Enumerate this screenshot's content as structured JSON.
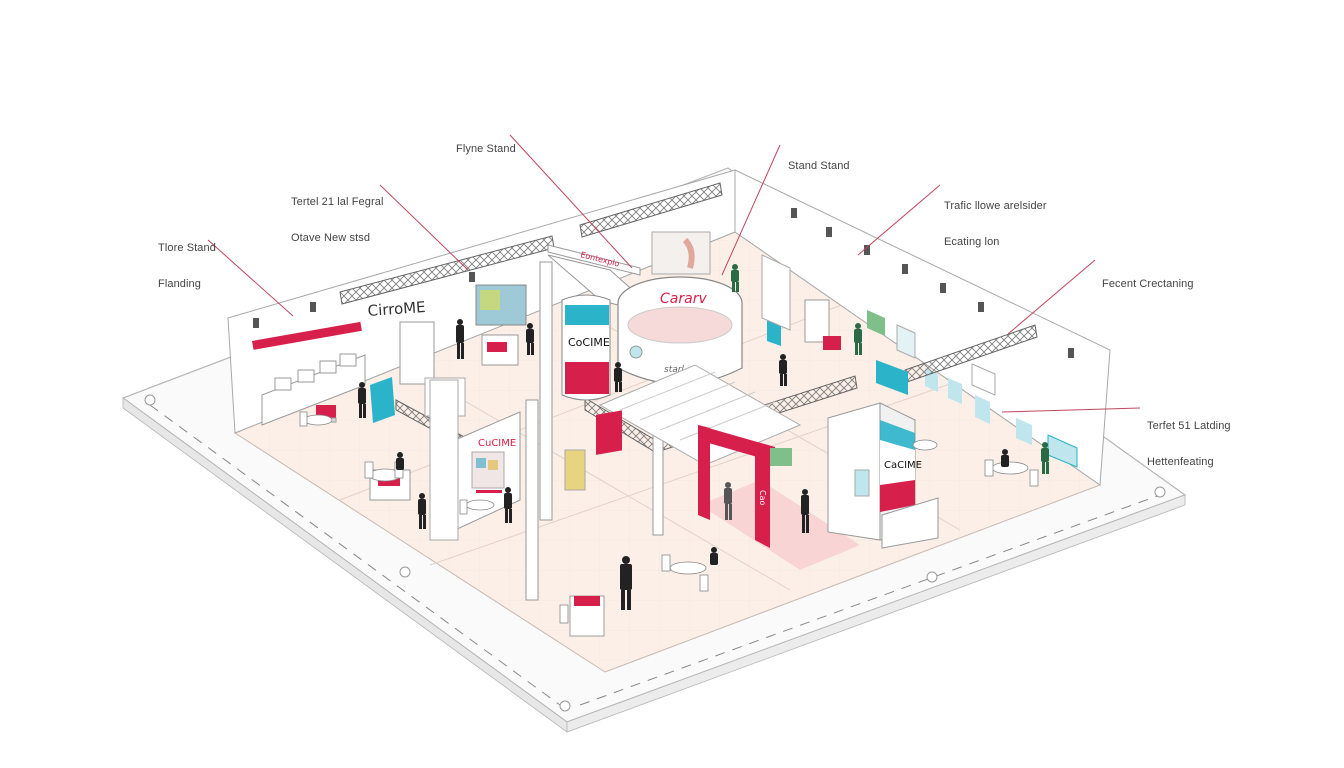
{
  "colors": {
    "accent": "#d61f4a",
    "teal": "#2ab3c9",
    "floor": "#fbefe8",
    "line": "#9a9a9a",
    "leader": "#c0465e"
  },
  "callouts": [
    {
      "id": "flyne",
      "lines": [
        "Flyne Stand"
      ]
    },
    {
      "id": "stand",
      "lines": [
        "Stand Stand"
      ]
    },
    {
      "id": "tertel",
      "lines": [
        "Tertel 21 lal Fegral",
        "Otave New stsd"
      ]
    },
    {
      "id": "traffic",
      "lines": [
        "Trafic llowe arelsider",
        "Ecating lon"
      ]
    },
    {
      "id": "store",
      "lines": [
        "Tlore Stand",
        "Flanding"
      ]
    },
    {
      "id": "fecent",
      "lines": [
        "Fecent Crectaning"
      ]
    },
    {
      "id": "tertel2",
      "lines": [
        "Terfet 51 Latding",
        "Hettenfeating"
      ]
    }
  ],
  "signage": {
    "wall_left": "CirroME",
    "top_panel": "Eontexplo",
    "central": "Cararv",
    "central_sub": "starl",
    "pillar": "CoCIME",
    "booth_left": "CuCIME",
    "booth_right": "CaCIME",
    "arch": "Cao"
  },
  "icons": [
    "spotlight-icon",
    "person-icon",
    "truss-icon"
  ]
}
